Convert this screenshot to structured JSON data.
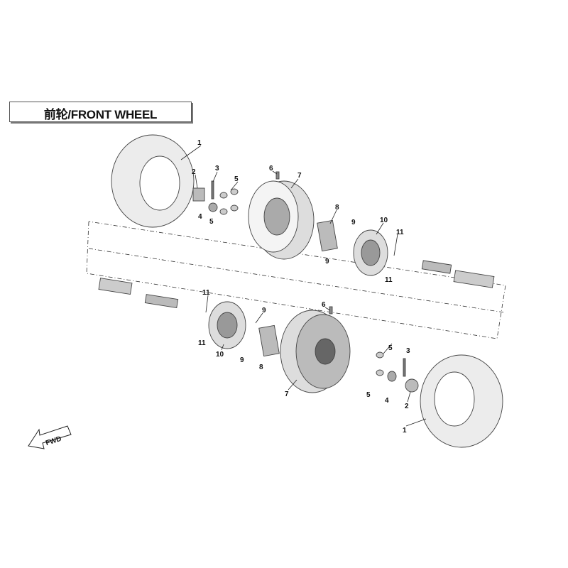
{
  "title": "前轮/FRONT WHEEL",
  "fwd_arrow": "FWD",
  "callouts": {
    "top": [
      "1",
      "2",
      "3",
      "4",
      "5",
      "5",
      "6",
      "7",
      "8",
      "9",
      "9",
      "10",
      "11",
      "11"
    ],
    "bottom": [
      "11",
      "11",
      "10",
      "9",
      "9",
      "8",
      "6",
      "7",
      "5",
      "5",
      "3",
      "4",
      "2",
      "1"
    ]
  }
}
